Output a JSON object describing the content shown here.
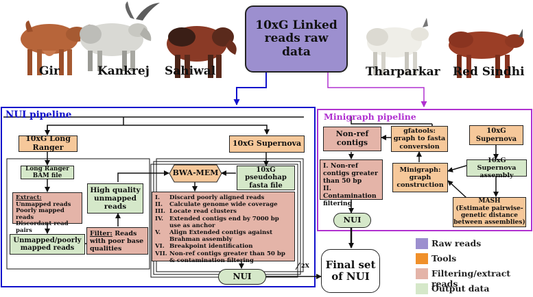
{
  "breeds": [
    "Gir",
    "Kankrej",
    "Sahiwal",
    "Tharparkar",
    "Red Sindhi"
  ],
  "raw_data_box": "10xG Linked reads raw data",
  "colors": {
    "raw": "#9c8fcf",
    "tool": "#f6c89a",
    "filter": "#e4b4a8",
    "output": "#d5e8c9",
    "nui_border": "#1010cc",
    "mini_border": "#b030d0"
  },
  "nui": {
    "title": "NUI pipeline",
    "long_ranger": "10xG Long Ranger",
    "supernova": "10xG Supernova",
    "lr_bam": "Long Ranger BAM file",
    "extract_title": "Extract:",
    "extract_items": [
      "Unmapped reads",
      "Poorly mapped reads",
      "Discordant read pairs"
    ],
    "unmapped_poorly": "Unmapped/poorly mapped reads",
    "filter_title": "Filter:",
    "filter_text": "Reads with poor base qualities",
    "high_quality": "High quality unmapped reads",
    "bwa_mem": "BWA-MEM",
    "pseudohap": "10xG pseudohap fasta file",
    "steps": [
      {
        "n": "I.",
        "t": "Discard poorly aligned reads"
      },
      {
        "n": "II.",
        "t": "Calculate genome wide coverage"
      },
      {
        "n": "III.",
        "t": "Locate read clusters"
      },
      {
        "n": "IV.",
        "t": "Extended contigs end by 7000 bp use as anchor"
      },
      {
        "n": "V.",
        "t": "Align Extended contigs against Brahman assembly"
      },
      {
        "n": "VI.",
        "t": "Breakpoint identification"
      },
      {
        "n": "VII.",
        "t": "Non-ref contigs greater than 50 bp & contamination filtering"
      }
    ],
    "times": "2X",
    "nui_label": "NUI"
  },
  "mini": {
    "title": "Minigraph pipeline",
    "nonref": "Non-ref contigs",
    "gfatools": "gfatools: graph to fasta conversion",
    "supernova": "10xG Supernova",
    "filter_lines": [
      "I. Non-ref contigs greater than 50 bp",
      "II. Contamination filtering"
    ],
    "minigraph": "Minigraph: graph construction",
    "sn_assembly": "10xG Supernova assembly",
    "mash_title": "MASH",
    "mash_text": "(Estimate pairwise-genetic distance between assemblies)",
    "nui_label": "NUI"
  },
  "final": "Final set of NUI",
  "legend": [
    "Raw reads",
    "Tools",
    "Filtering/extract reads",
    "Output data"
  ]
}
